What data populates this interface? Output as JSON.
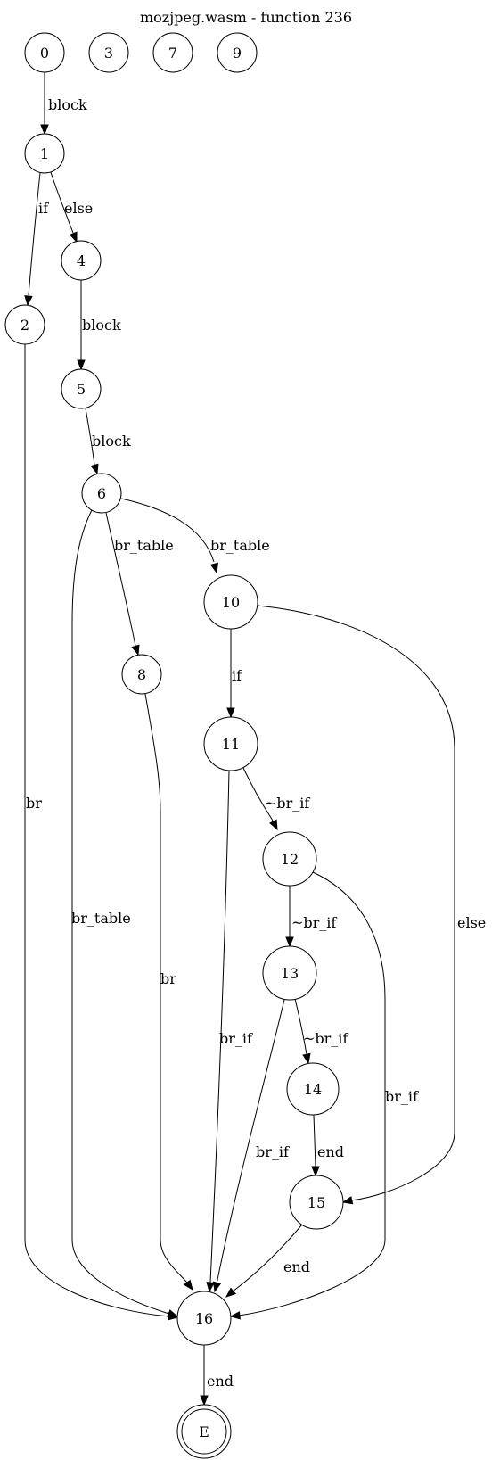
{
  "title": "mozjpeg.wasm - function 236",
  "nodes": [
    {
      "id": "0",
      "label": "0"
    },
    {
      "id": "3",
      "label": "3"
    },
    {
      "id": "7",
      "label": "7"
    },
    {
      "id": "9",
      "label": "9"
    },
    {
      "id": "1",
      "label": "1"
    },
    {
      "id": "2",
      "label": "2"
    },
    {
      "id": "4",
      "label": "4"
    },
    {
      "id": "5",
      "label": "5"
    },
    {
      "id": "6",
      "label": "6"
    },
    {
      "id": "8",
      "label": "8"
    },
    {
      "id": "10",
      "label": "10"
    },
    {
      "id": "11",
      "label": "11"
    },
    {
      "id": "12",
      "label": "12"
    },
    {
      "id": "13",
      "label": "13"
    },
    {
      "id": "14",
      "label": "14"
    },
    {
      "id": "15",
      "label": "15"
    },
    {
      "id": "16",
      "label": "16"
    },
    {
      "id": "E",
      "label": "E",
      "terminal": true
    }
  ],
  "edges": [
    {
      "from": "0",
      "to": "1",
      "label": "block"
    },
    {
      "from": "1",
      "to": "2",
      "label": "if"
    },
    {
      "from": "1",
      "to": "4",
      "label": "else"
    },
    {
      "from": "4",
      "to": "5",
      "label": "block"
    },
    {
      "from": "5",
      "to": "6",
      "label": "block"
    },
    {
      "from": "6",
      "to": "8",
      "label": "br_table"
    },
    {
      "from": "6",
      "to": "10",
      "label": "br_table"
    },
    {
      "from": "6",
      "to": "16",
      "label": "br_table"
    },
    {
      "from": "2",
      "to": "16",
      "label": "br"
    },
    {
      "from": "8",
      "to": "16",
      "label": "br"
    },
    {
      "from": "10",
      "to": "11",
      "label": "if"
    },
    {
      "from": "10",
      "to": "15",
      "label": "else"
    },
    {
      "from": "11",
      "to": "12",
      "label": "~br_if"
    },
    {
      "from": "11",
      "to": "16",
      "label": "br_if"
    },
    {
      "from": "12",
      "to": "13",
      "label": "~br_if"
    },
    {
      "from": "12",
      "to": "16",
      "label": "br_if"
    },
    {
      "from": "13",
      "to": "14",
      "label": "~br_if"
    },
    {
      "from": "13",
      "to": "16",
      "label": "br_if"
    },
    {
      "from": "14",
      "to": "15",
      "label": "end"
    },
    {
      "from": "15",
      "to": "16",
      "label": "end"
    },
    {
      "from": "16",
      "to": "E",
      "label": "end"
    }
  ]
}
